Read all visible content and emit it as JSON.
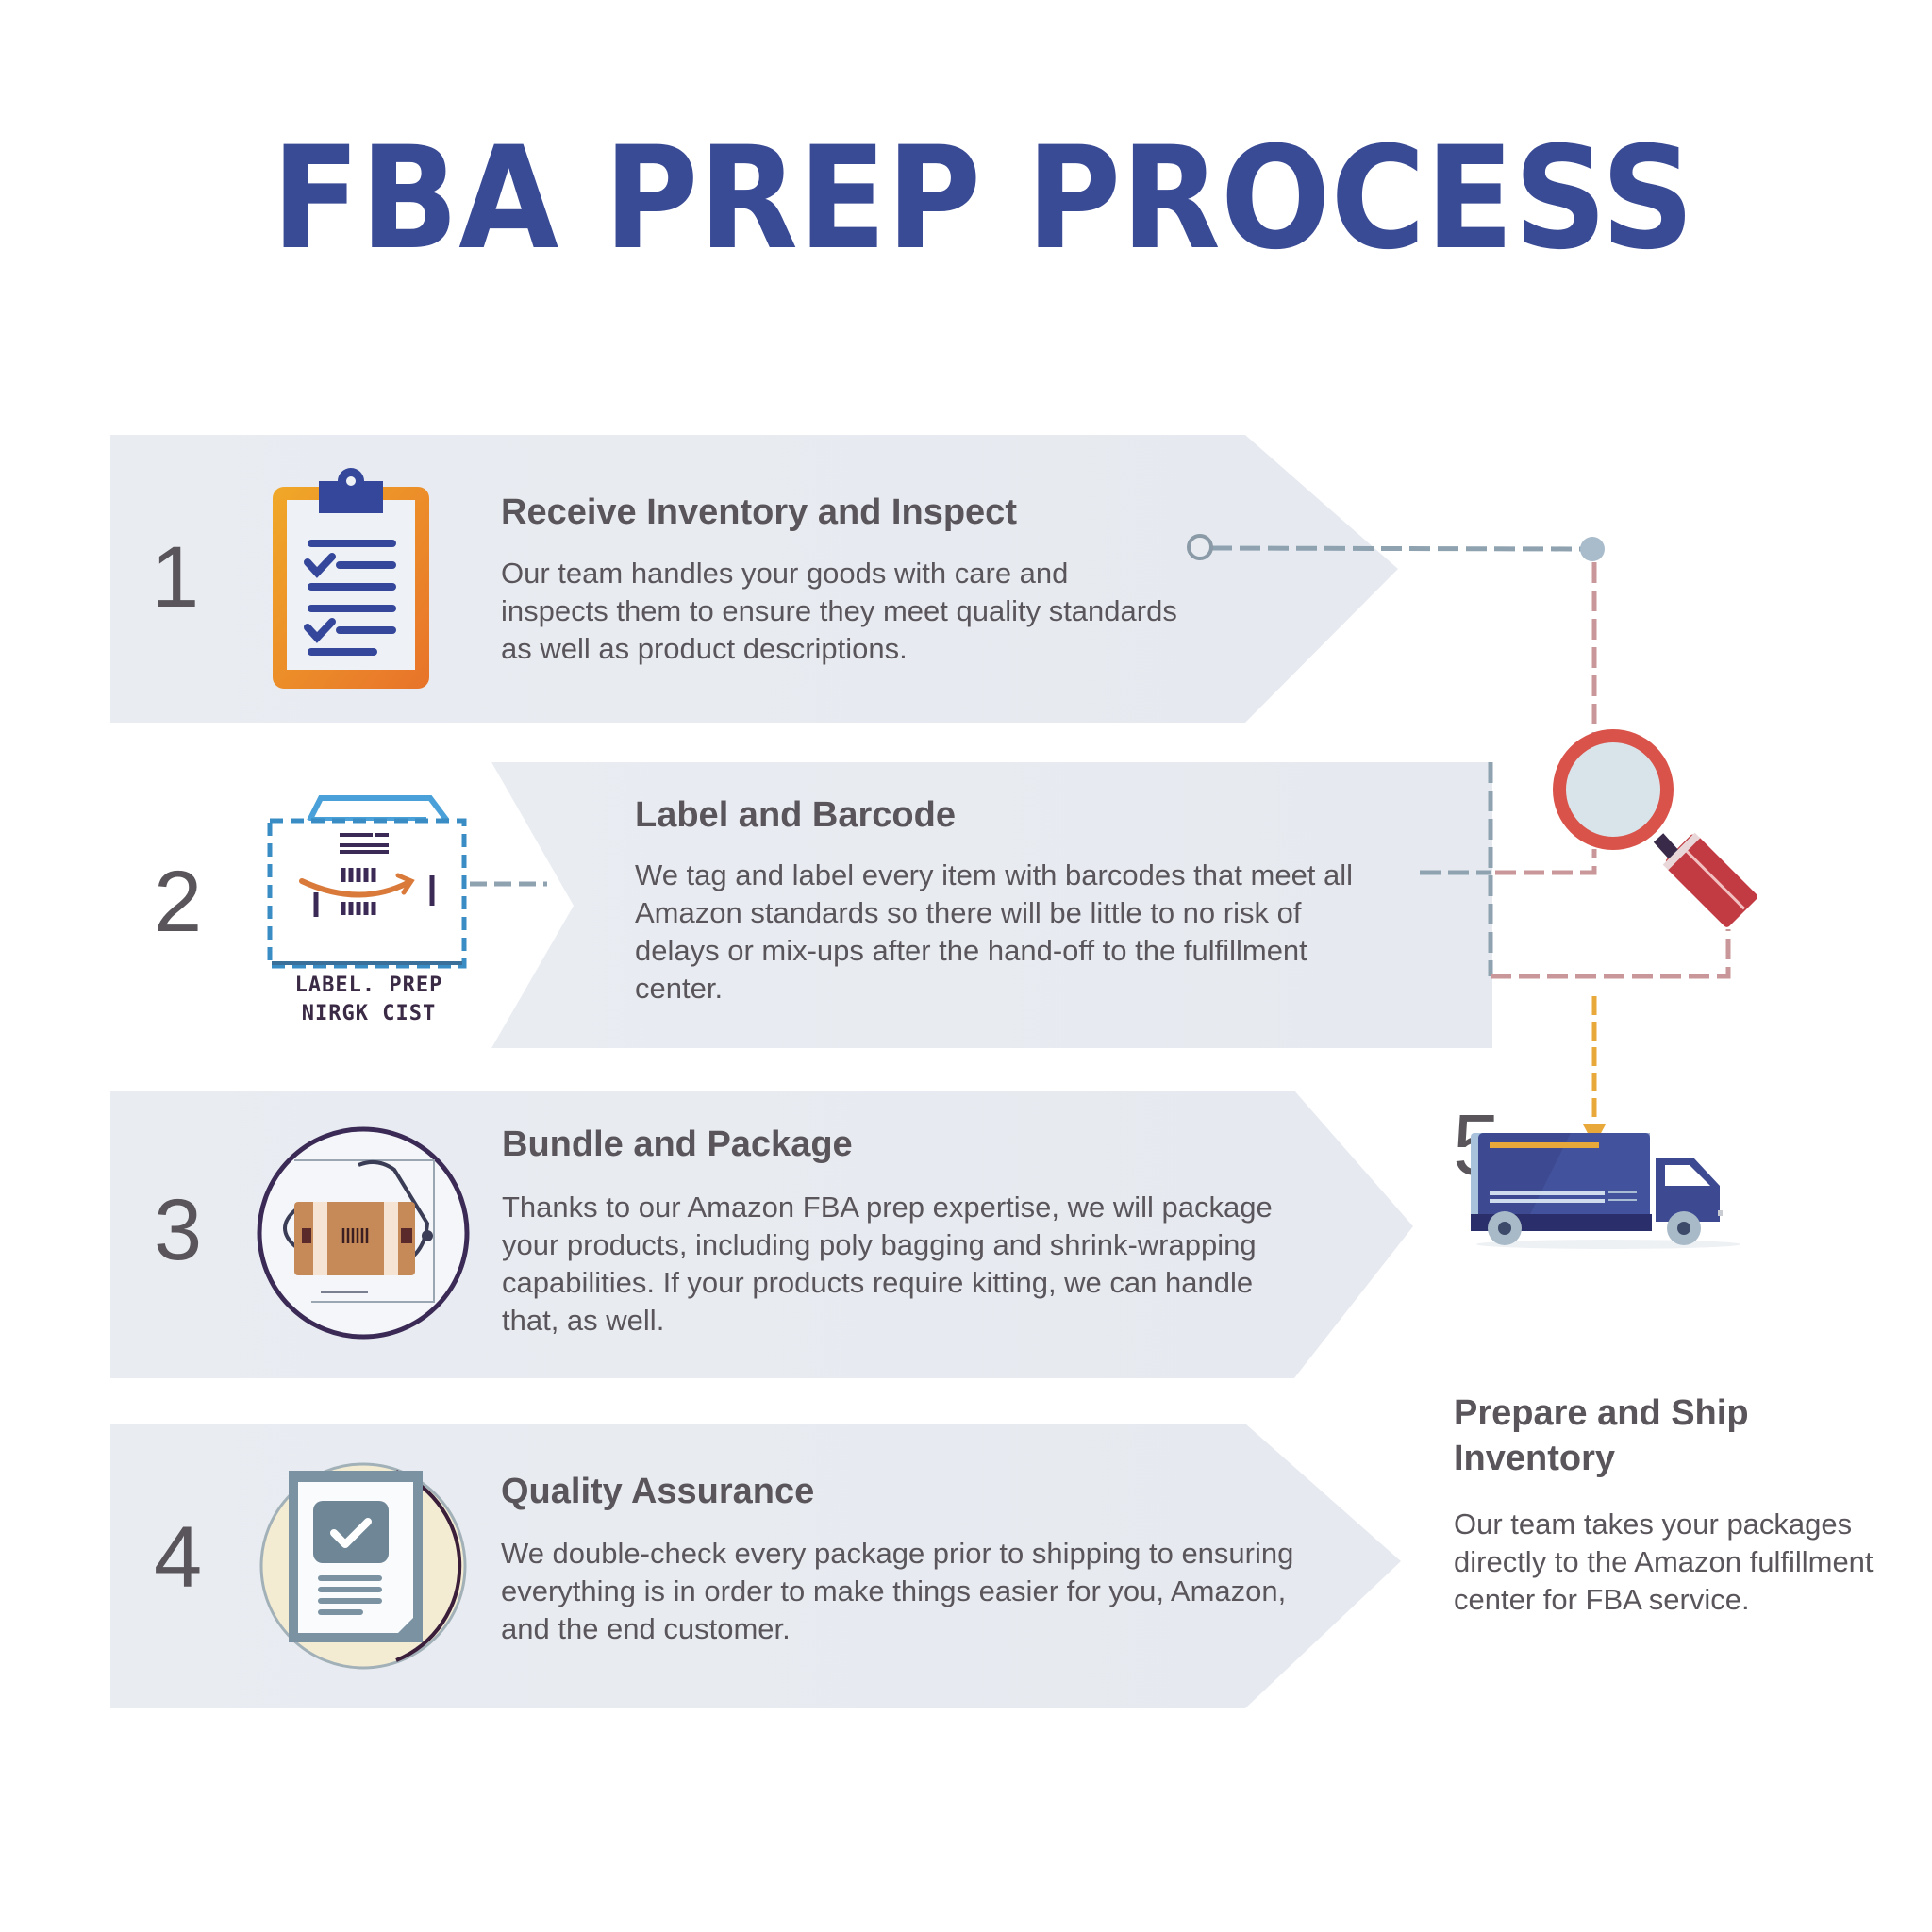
{
  "title": "FBA PREP PROCESS",
  "colors": {
    "title": "#3a4b96",
    "band": "#e8ecf1",
    "text": "#59555a",
    "connector_blue": "#8fa2b0",
    "connector_red": "#c9979a",
    "arrow_yellow": "#e8a93a",
    "magnifier_red": "#d9534a",
    "truck_blue": "#3d4a92"
  },
  "steps": [
    {
      "number": "1",
      "title": "Receive Inventory and Inspect",
      "description": "Our team handles your goods with care and inspects them to ensure they meet quality standards as well as product descriptions.",
      "icon": "clipboard-checklist-icon"
    },
    {
      "number": "2",
      "title": "Label and Barcode",
      "description": "We tag and label every item with barcodes that meet all Amazon standards so there will be little to no risk of delays or mix-ups after the hand-off to the fulfillment center.",
      "icon": "label-box-icon",
      "icon_label_line1": "LABEL. PREP",
      "icon_label_line2": "NIRGK CIST"
    },
    {
      "number": "3",
      "title": "Bundle and Package",
      "description": "Thanks to our Amazon FBA prep expertise, we will package your products, including poly bagging and shrink-wrapping capabilities. If your products require kitting, we can handle that, as well.",
      "icon": "package-box-icon"
    },
    {
      "number": "4",
      "title": "Quality Assurance",
      "description": "We double-check every package prior to shipping to ensuring everything is in order to make things easier for you, Amazon, and the end customer.",
      "icon": "document-check-icon"
    },
    {
      "number": "5",
      "title_line1": "Prepare and Ship",
      "title_line2": "Inventory",
      "description": "Our team takes your packages directly to the Amazon fulfillment center for FBA service.",
      "icon": "delivery-truck-icon"
    }
  ]
}
